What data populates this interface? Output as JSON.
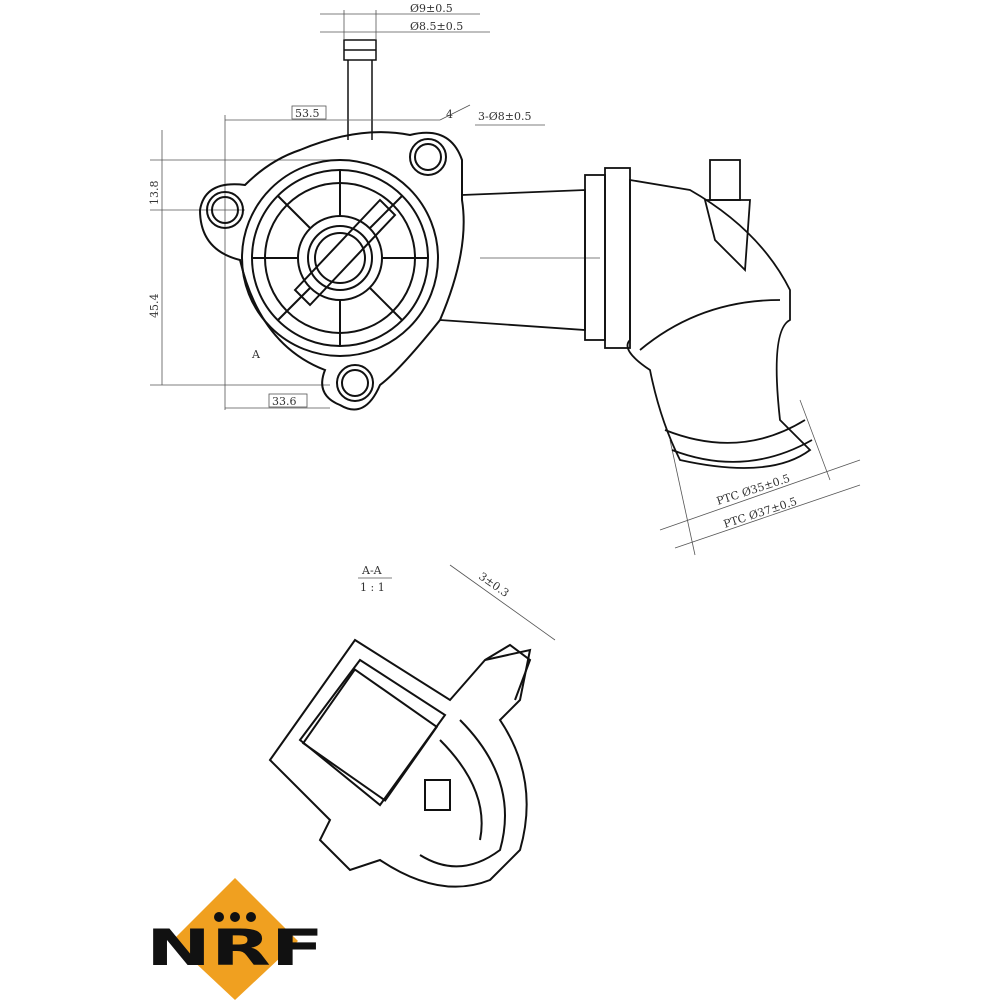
{
  "drawing": {
    "dimensions": {
      "outlet_outer_dia": "Ø9±0.5",
      "outlet_inner_dia": "Ø8.5±0.5",
      "width_top": "53.5",
      "angle_mark": "4",
      "holes": "3-Ø8±0.5",
      "offset_top": "13.8",
      "height_mid": "45.4",
      "section_mark": "A",
      "width_bottom": "33.6",
      "ptc_inner": "PTC Ø35±0.5",
      "ptc_outer": "PTC Ø37±0.5",
      "wall": "3±0.3"
    },
    "section": {
      "title": "A-A",
      "scale": "1 : 1"
    }
  },
  "logo": {
    "text": "NRF",
    "color": "#f0a020"
  }
}
